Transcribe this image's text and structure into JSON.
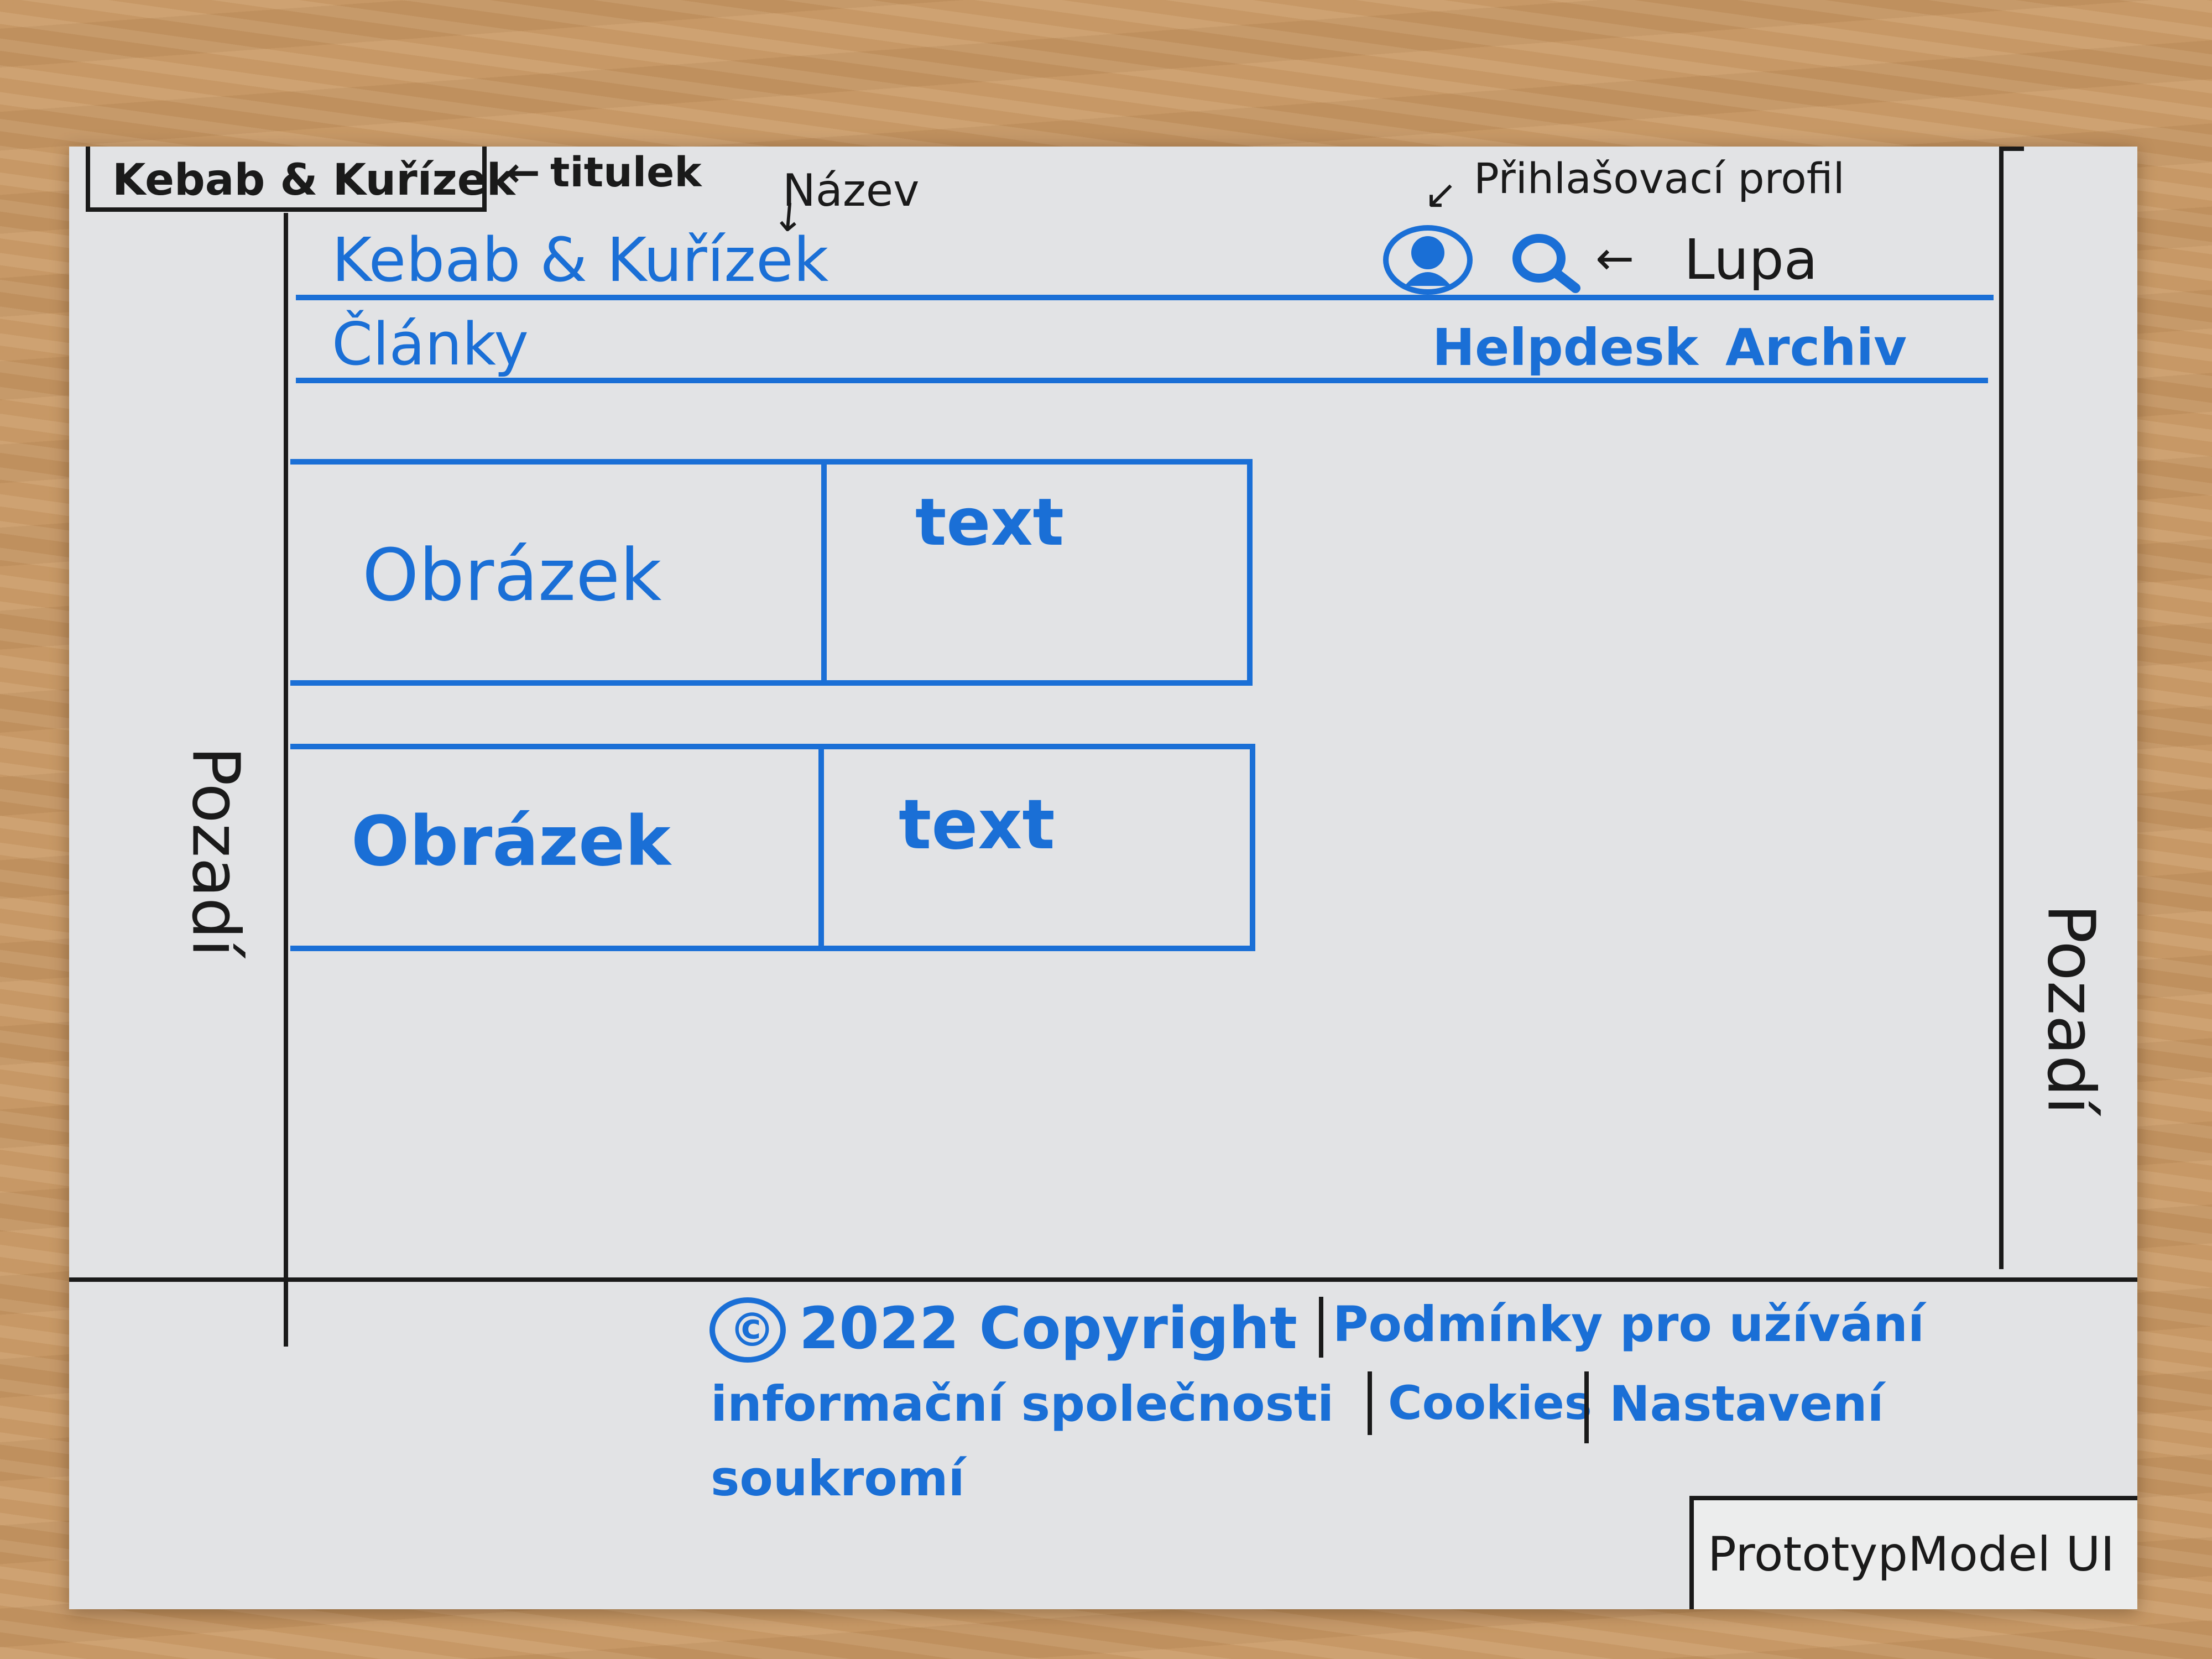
{
  "browser_tab": {
    "title": "Kebab & Kuřízek",
    "annotation": "titulek"
  },
  "annotations": {
    "name": "Název",
    "profile": "Přihlašovací profil",
    "search": "Lupa"
  },
  "header": {
    "site_name": "Kebab & Kuřízek",
    "profile_icon": "user-icon",
    "search_icon": "search-icon"
  },
  "nav": {
    "left_item": "Články",
    "right_items": [
      "Helpdesk",
      "Archiv"
    ]
  },
  "articles": [
    {
      "image_label": "Obrázek",
      "text_label": "text"
    },
    {
      "image_label": "Obrázek",
      "text_label": "text"
    }
  ],
  "side_panels": {
    "left_label": "Pozadí",
    "right_label": "Pozadí"
  },
  "footer": {
    "copyright_symbol": "©",
    "copyright": "2022 Copyright",
    "links": [
      "Podmínky pro užívání informační společnosti",
      "Cookies",
      "Nastavení soukromí"
    ]
  },
  "prototype_label": "PrototypModel UI",
  "colors": {
    "ink_blue": "#1a6fd6",
    "ink_black": "#1a1a1a",
    "paper": "#e2e3e5",
    "table": "#c99a67"
  }
}
